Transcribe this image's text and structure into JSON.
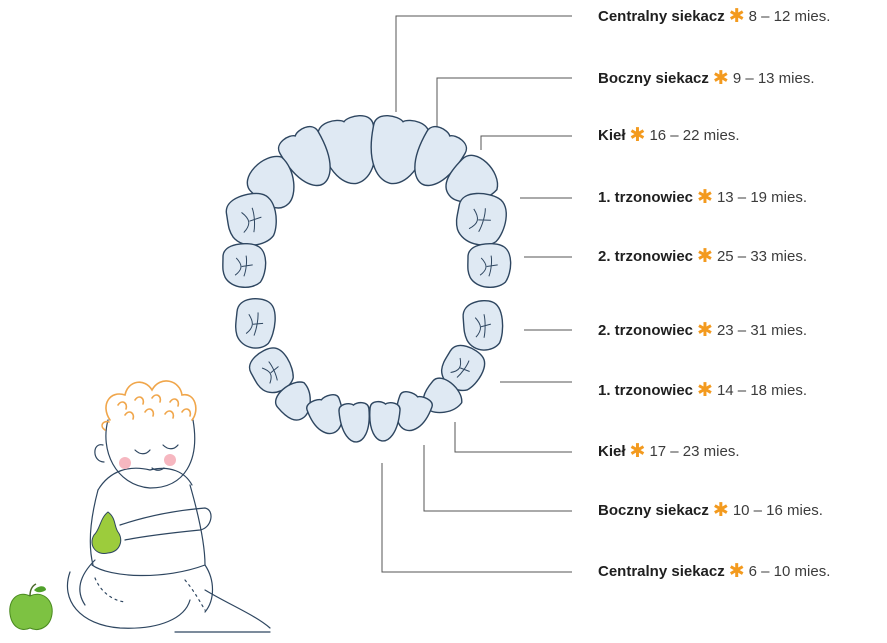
{
  "colors": {
    "tooth_fill": "#dfe9f3",
    "tooth_stroke": "#2e4660",
    "leader": "#555555",
    "star": "#f39a1e",
    "apple": "#7dc242",
    "hair": "#f0a64b"
  },
  "icons": [
    "asterisk-star-icon",
    "apple-icon",
    "pear-icon"
  ],
  "upper_teeth": [
    {
      "name": "Centralny siekacz",
      "months": "8 – 12 mies."
    },
    {
      "name": "Boczny siekacz",
      "months": "9 – 13 mies."
    },
    {
      "name": "Kieł",
      "months": "16 – 22 mies."
    },
    {
      "name": "1. trzonowiec",
      "months": "13 – 19 mies."
    },
    {
      "name": "2. trzonowiec",
      "months": "25 – 33 mies."
    }
  ],
  "lower_teeth": [
    {
      "name": "2. trzonowiec",
      "months": "23 – 31 mies."
    },
    {
      "name": "1. trzonowiec",
      "months": "14 – 18 mies."
    },
    {
      "name": "Kieł",
      "months": "17 – 23 mies."
    },
    {
      "name": "Boczny siekacz",
      "months": "10 – 16 mies."
    },
    {
      "name": "Centralny siekacz",
      "months": "6 – 10 mies."
    }
  ]
}
